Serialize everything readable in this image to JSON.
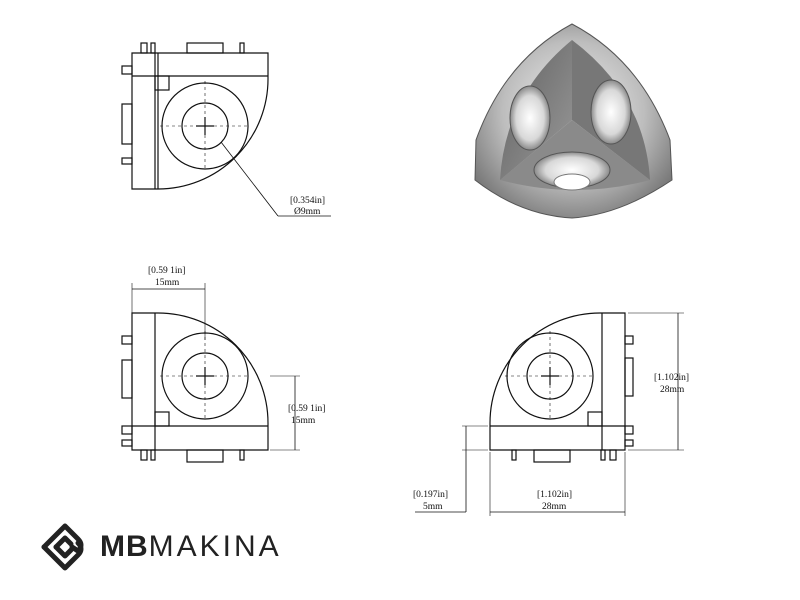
{
  "dimensions": {
    "hole_in": "[0.354in]",
    "hole_mm": "Ø9mm",
    "offset_x_in": "[0.59 1in]",
    "offset_x_mm": "15mm",
    "offset_y_in": "[0.59 1in]",
    "offset_y_mm": "15mm",
    "height_in": "[1.102in]",
    "height_mm": "28mm",
    "width_in": "[1.102in]",
    "width_mm": "28mm",
    "base_in": "[0.197in]",
    "base_mm": "5mm"
  },
  "brand": {
    "name_bold": "MB",
    "name_light": "MAKINA"
  }
}
